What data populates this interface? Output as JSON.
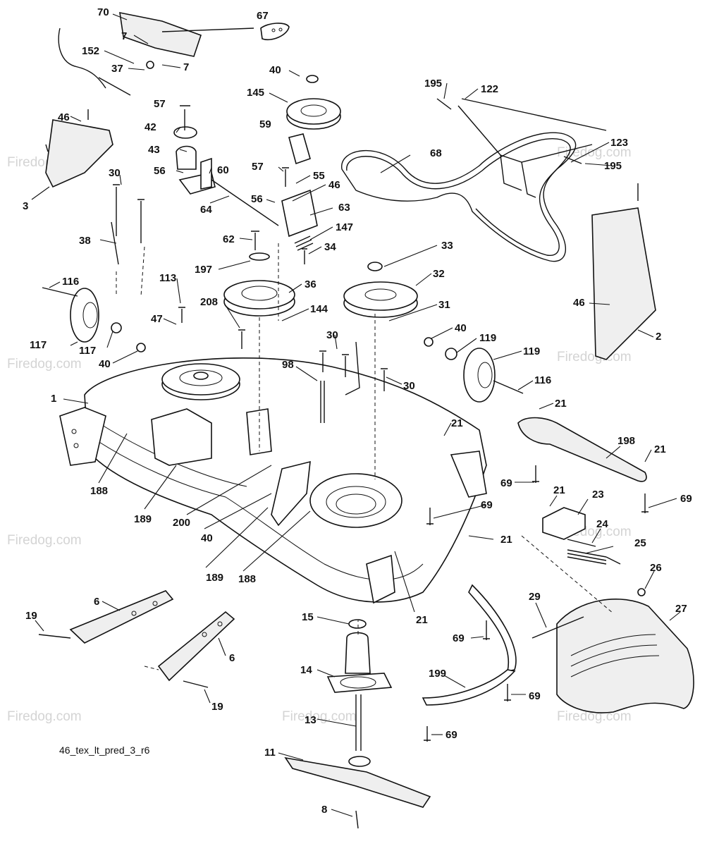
{
  "diagram_code": "46_tex_lt_pred_3_r6",
  "watermark": "Firedog.com",
  "callouts": [
    {
      "id": "c70",
      "text": "70"
    },
    {
      "id": "c67",
      "text": "67"
    },
    {
      "id": "c7a",
      "text": "7"
    },
    {
      "id": "c7b",
      "text": "7"
    },
    {
      "id": "c152",
      "text": "152"
    },
    {
      "id": "c37",
      "text": "37"
    },
    {
      "id": "c40a",
      "text": "40"
    },
    {
      "id": "c145",
      "text": "145"
    },
    {
      "id": "c195a",
      "text": "195"
    },
    {
      "id": "c122",
      "text": "122"
    },
    {
      "id": "c57a",
      "text": "57"
    },
    {
      "id": "c46a",
      "text": "46"
    },
    {
      "id": "c42",
      "text": "42"
    },
    {
      "id": "c59",
      "text": "59"
    },
    {
      "id": "c43",
      "text": "43"
    },
    {
      "id": "c68",
      "text": "68"
    },
    {
      "id": "c123",
      "text": "123"
    },
    {
      "id": "c195b",
      "text": "195"
    },
    {
      "id": "c56a",
      "text": "56"
    },
    {
      "id": "c60",
      "text": "60"
    },
    {
      "id": "c57b",
      "text": "57"
    },
    {
      "id": "c55",
      "text": "55"
    },
    {
      "id": "c30a",
      "text": "30"
    },
    {
      "id": "c3",
      "text": "3"
    },
    {
      "id": "c56b",
      "text": "56"
    },
    {
      "id": "c46b",
      "text": "46"
    },
    {
      "id": "c64",
      "text": "64"
    },
    {
      "id": "c63",
      "text": "63"
    },
    {
      "id": "c147",
      "text": "147"
    },
    {
      "id": "c38",
      "text": "38"
    },
    {
      "id": "c62",
      "text": "62"
    },
    {
      "id": "c34",
      "text": "34"
    },
    {
      "id": "c33",
      "text": "33"
    },
    {
      "id": "c197",
      "text": "197"
    },
    {
      "id": "c32",
      "text": "32"
    },
    {
      "id": "c116a",
      "text": "116"
    },
    {
      "id": "c113",
      "text": "113"
    },
    {
      "id": "c36",
      "text": "36"
    },
    {
      "id": "c46c",
      "text": "46"
    },
    {
      "id": "c208",
      "text": "208"
    },
    {
      "id": "c144",
      "text": "144"
    },
    {
      "id": "c31",
      "text": "31"
    },
    {
      "id": "c47",
      "text": "47"
    },
    {
      "id": "c2",
      "text": "2"
    },
    {
      "id": "c30b",
      "text": "30"
    },
    {
      "id": "c40b",
      "text": "40"
    },
    {
      "id": "c119a",
      "text": "119"
    },
    {
      "id": "c117a",
      "text": "117"
    },
    {
      "id": "c119b",
      "text": "119"
    },
    {
      "id": "c117b",
      "text": "117"
    },
    {
      "id": "c40c",
      "text": "40"
    },
    {
      "id": "c98",
      "text": "98"
    },
    {
      "id": "c30c",
      "text": "30"
    },
    {
      "id": "c116b",
      "text": "116"
    },
    {
      "id": "c1",
      "text": "1"
    },
    {
      "id": "c21a",
      "text": "21"
    },
    {
      "id": "c21b",
      "text": "21"
    },
    {
      "id": "c198",
      "text": "198"
    },
    {
      "id": "c21c",
      "text": "21"
    },
    {
      "id": "c69a",
      "text": "69"
    },
    {
      "id": "c188a",
      "text": "188"
    },
    {
      "id": "c69b",
      "text": "69"
    },
    {
      "id": "c21d",
      "text": "21"
    },
    {
      "id": "c23",
      "text": "23"
    },
    {
      "id": "c189a",
      "text": "189"
    },
    {
      "id": "c200",
      "text": "200"
    },
    {
      "id": "c69c",
      "text": "69"
    },
    {
      "id": "c24",
      "text": "24"
    },
    {
      "id": "c40d",
      "text": "40"
    },
    {
      "id": "c21e",
      "text": "21"
    },
    {
      "id": "c25",
      "text": "25"
    },
    {
      "id": "c189b",
      "text": "189"
    },
    {
      "id": "c188b",
      "text": "188"
    },
    {
      "id": "c26",
      "text": "26"
    },
    {
      "id": "c6a",
      "text": "6"
    },
    {
      "id": "c21f",
      "text": "21"
    },
    {
      "id": "c29",
      "text": "29"
    },
    {
      "id": "c27",
      "text": "27"
    },
    {
      "id": "c19a",
      "text": "19"
    },
    {
      "id": "c15",
      "text": "15"
    },
    {
      "id": "c69d",
      "text": "69"
    },
    {
      "id": "c6b",
      "text": "6"
    },
    {
      "id": "c14",
      "text": "14"
    },
    {
      "id": "c199",
      "text": "199"
    },
    {
      "id": "c19b",
      "text": "19"
    },
    {
      "id": "c69e",
      "text": "69"
    },
    {
      "id": "c13",
      "text": "13"
    },
    {
      "id": "c69f",
      "text": "69"
    },
    {
      "id": "c11",
      "text": "11"
    },
    {
      "id": "c8",
      "text": "8"
    }
  ]
}
